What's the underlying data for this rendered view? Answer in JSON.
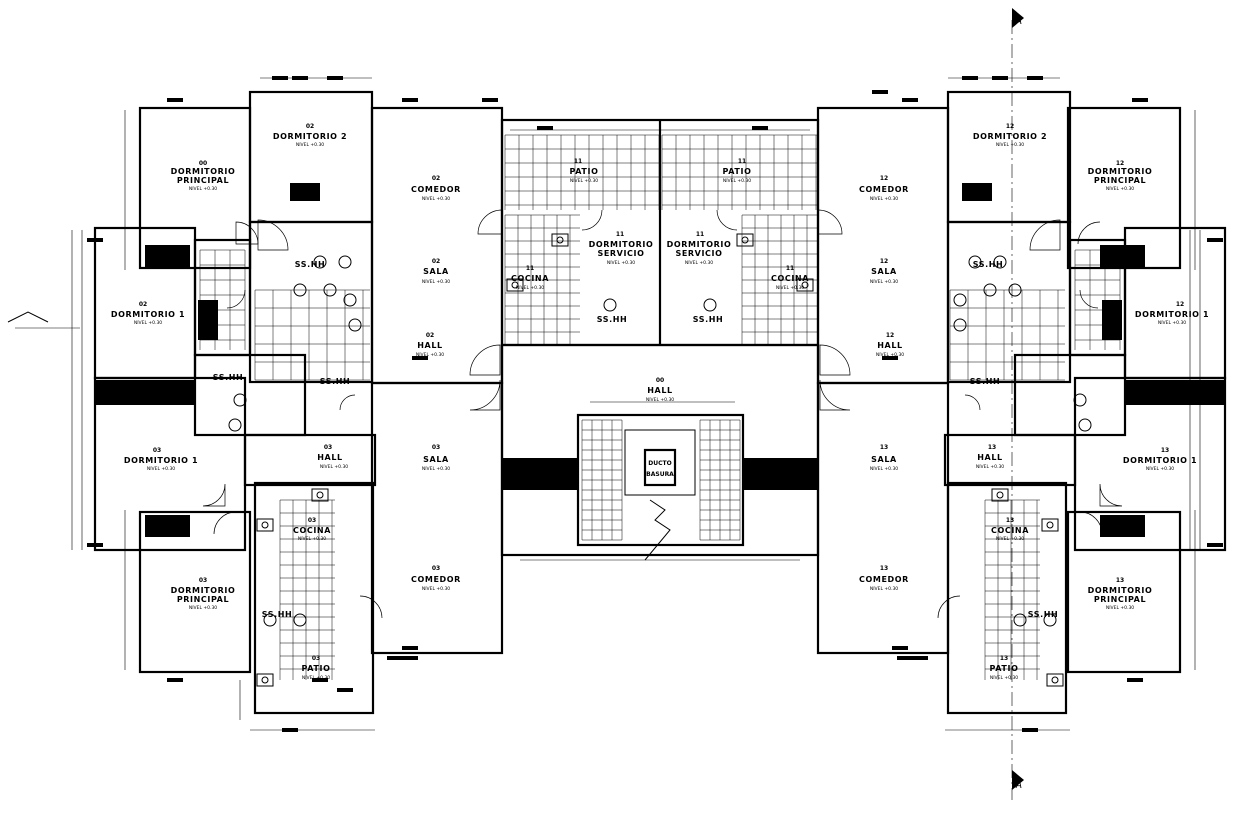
{
  "plan": {
    "level_tag": "NIVEL +0.30",
    "axis_marker": "A",
    "duct_label_1": "DUCTO",
    "duct_label_2": "BASURA",
    "rooms": {
      "dorm_principal_tl": {
        "num": "00",
        "name_1": "DORMITORIO",
        "name_2": "PRINCIPAL"
      },
      "dorm2_tl": {
        "num": "02",
        "name": "DORMITORIO 2"
      },
      "comedor_tl": {
        "num": "02",
        "name": "COMEDOR"
      },
      "sala_tl": {
        "num": "02",
        "name": "SALA"
      },
      "hall_tl": {
        "num": "02",
        "name": "HALL"
      },
      "dorm1_tl": {
        "num": "02",
        "name": "DORMITORIO 1"
      },
      "ss_hh_tl1": {
        "num": "",
        "name": "SS.HH"
      },
      "ss_hh_tl2": {
        "num": "",
        "name": "SS.HH"
      },
      "ss_hh_tl3": {
        "num": "",
        "name": "SS.HH"
      },
      "patio_l": {
        "num": "11",
        "name": "PATIO"
      },
      "patio_r": {
        "num": "11",
        "name": "PATIO"
      },
      "dorm_serv_l": {
        "num": "11",
        "name_1": "DORMITORIO",
        "name_2": "SERVICIO"
      },
      "dorm_serv_r": {
        "num": "11",
        "name_1": "DORMITORIO",
        "name_2": "SERVICIO"
      },
      "cocina_cl": {
        "num": "11",
        "name": "COCINA"
      },
      "cocina_cr": {
        "num": "11",
        "name": "COCINA"
      },
      "ss_hh_cl": {
        "num": "",
        "name": "SS.HH"
      },
      "ss_hh_cr": {
        "num": "",
        "name": "SS.HH"
      },
      "hall_center": {
        "num": "00",
        "name": "HALL"
      },
      "comedor_tr": {
        "num": "12",
        "name": "COMEDOR"
      },
      "sala_tr": {
        "num": "12",
        "name": "SALA"
      },
      "hall_tr": {
        "num": "12",
        "name": "HALL"
      },
      "dorm2_tr": {
        "num": "12",
        "name": "DORMITORIO 2"
      },
      "dorm_principal_tr": {
        "num": "12",
        "name_1": "DORMITORIO",
        "name_2": "PRINCIPAL"
      },
      "dorm1_tr": {
        "num": "12",
        "name": "DORMITORIO 1"
      },
      "ss_hh_tr1": {
        "num": "",
        "name": "SS.HH"
      },
      "ss_hh_tr2": {
        "num": "",
        "name": "SS.HH"
      },
      "dorm1_bl": {
        "num": "03",
        "name": "DORMITORIO 1"
      },
      "hall_bl": {
        "num": "03",
        "name": "HALL"
      },
      "sala_bl": {
        "num": "03",
        "name": "SALA"
      },
      "comedor_bl": {
        "num": "03",
        "name": "COMEDOR"
      },
      "cocina_bl": {
        "num": "03",
        "name": "COCINA"
      },
      "ss_hh_bl": {
        "num": "",
        "name": "SS.HH"
      },
      "dorm_principal_bl": {
        "num": "03",
        "name_1": "DORMITORIO",
        "name_2": "PRINCIPAL"
      },
      "patio_bl": {
        "num": "03",
        "name": "PATIO"
      },
      "sala_br": {
        "num": "13",
        "name": "SALA"
      },
      "comedor_br": {
        "num": "13",
        "name": "COMEDOR"
      },
      "hall_br": {
        "num": "13",
        "name": "HALL"
      },
      "dorm1_br": {
        "num": "13",
        "name": "DORMITORIO 1"
      },
      "cocina_br": {
        "num": "13",
        "name": "COCINA"
      },
      "ss_hh_br": {
        "num": "",
        "name": "SS.HH"
      },
      "dorm_principal_br": {
        "num": "13",
        "name_1": "DORMITORIO",
        "name_2": "PRINCIPAL"
      },
      "patio_br": {
        "num": "13",
        "name": "PATIO"
      }
    }
  }
}
